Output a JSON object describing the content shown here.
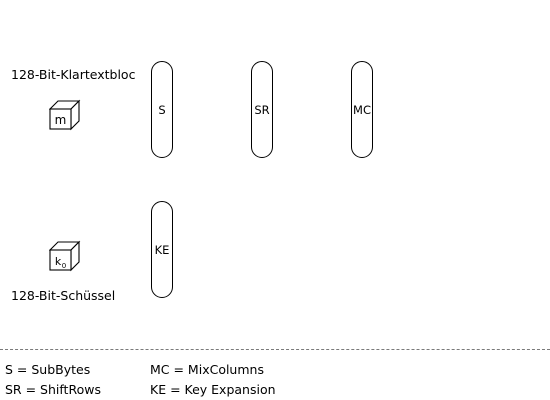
{
  "inputs": {
    "plaintext_label": "128-Bit-Klartextbloc",
    "plaintext_symbol": "m",
    "key_label": "128-Bit-Schüssel",
    "key_symbol_base": "k",
    "key_symbol_sub": "0"
  },
  "operations": {
    "subbytes": "S",
    "shiftrows": "SR",
    "mixcolumns": "MC",
    "key_expansion": "KE"
  },
  "legend": {
    "subbytes": "S = SubBytes",
    "shiftrows": "SR = ShiftRows",
    "mixcolumns": "MC = MixColumns",
    "key_expansion": "KE = Key Expansion"
  }
}
